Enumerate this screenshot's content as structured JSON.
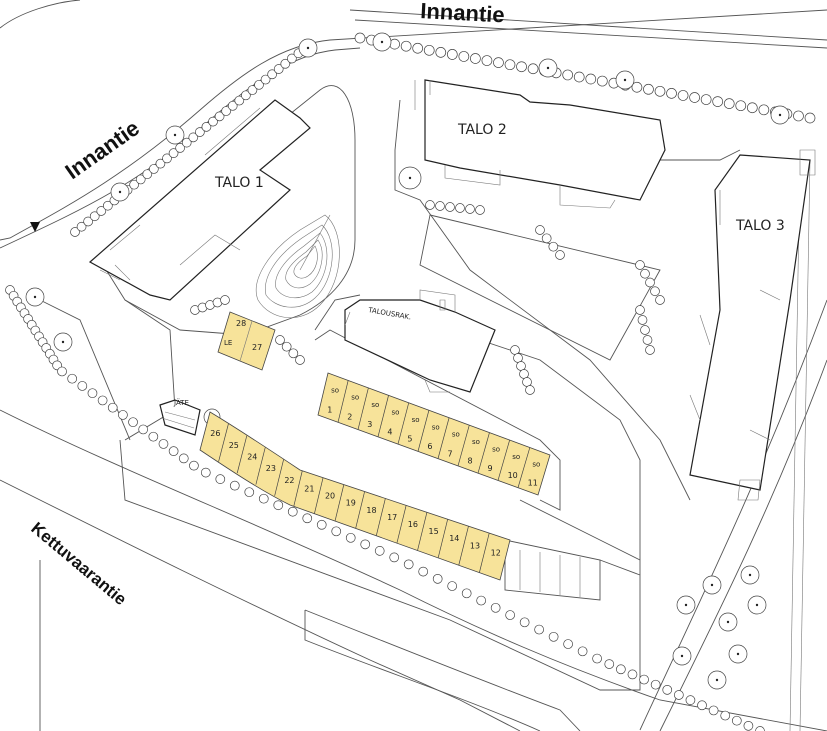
{
  "streets": {
    "top": "Innantie",
    "left": "Innantie",
    "bottom": "Kettuvaarantie"
  },
  "buildings": {
    "talo1": "TALO 1",
    "talo2": "TALO 2",
    "talo3": "TALO 3",
    "talousrak": "TALOUSRAK."
  },
  "labels": {
    "jate": "JÄTE",
    "le": "LE"
  },
  "parking": {
    "upper_row": [
      "1",
      "2",
      "3",
      "4",
      "5",
      "6",
      "7",
      "8",
      "9",
      "10",
      "11"
    ],
    "upper_marks": [
      "so",
      "so",
      "so",
      "so",
      "so",
      "so",
      "so",
      "so",
      "so",
      "so",
      "so"
    ],
    "lower_row": [
      "12",
      "13",
      "14",
      "15",
      "16",
      "17",
      "18",
      "19",
      "20",
      "21",
      "22",
      "23",
      "24",
      "25",
      "26"
    ],
    "small_block": [
      "28",
      "27"
    ]
  },
  "colors": {
    "parking_fill": "#f7e39a",
    "ink": "#222222"
  }
}
